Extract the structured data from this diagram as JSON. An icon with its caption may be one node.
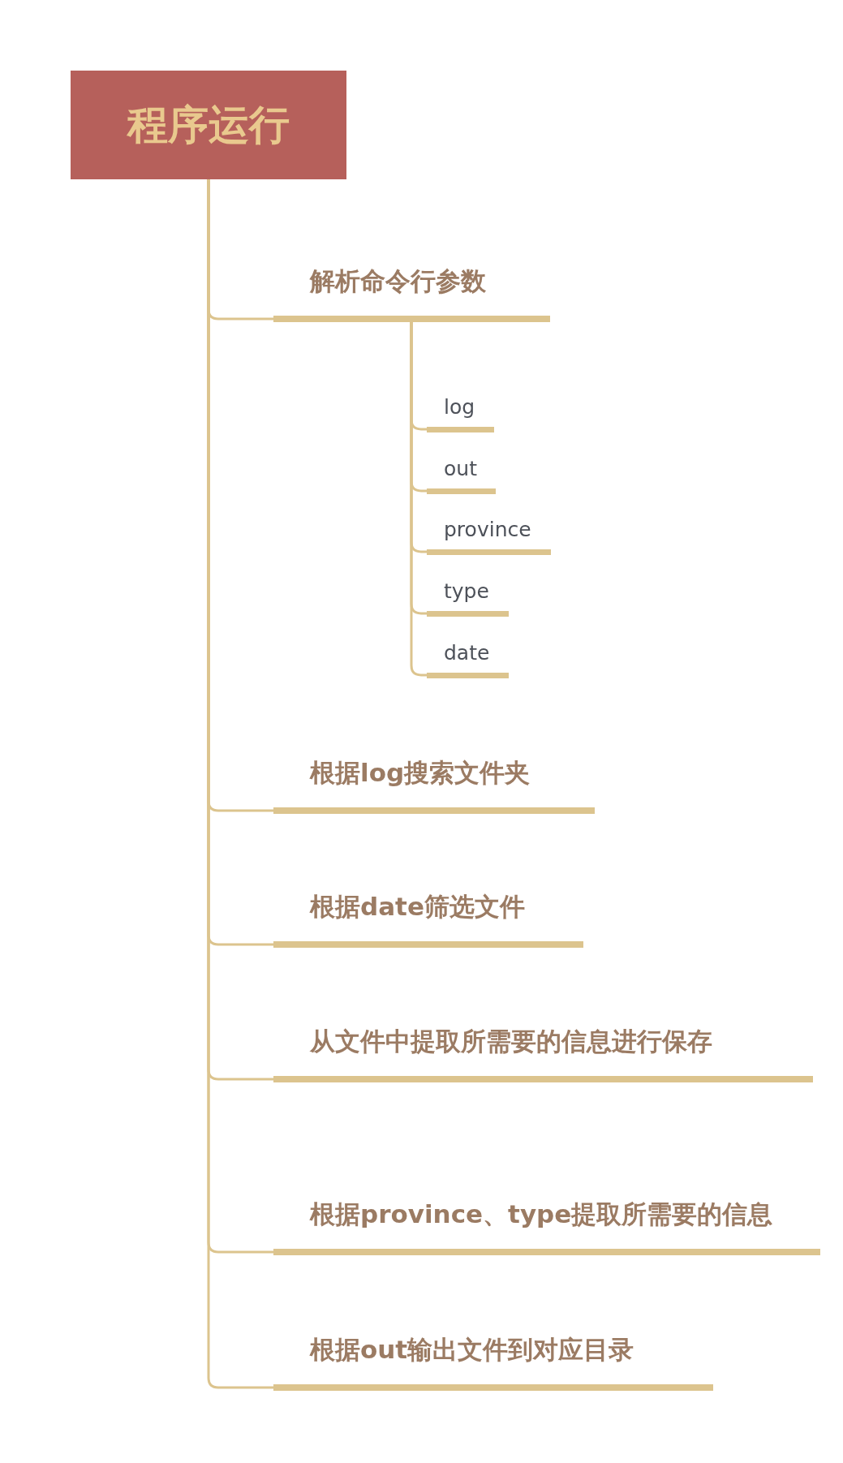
{
  "diagram": {
    "nodes": [
      {
        "text": [
          "程序运行"
        ]
      },
      {
        "text": [
          "解析命令行参数"
        ]
      },
      {
        "text": [
          "log"
        ]
      },
      {
        "text": [
          "out"
        ]
      },
      {
        "text": [
          "province"
        ]
      },
      {
        "text": [
          "type"
        ]
      },
      {
        "text": [
          "date"
        ]
      },
      {
        "text": [
          "根据log搜索文件夹"
        ]
      },
      {
        "text": [
          "根据date筛选文件"
        ]
      },
      {
        "text": [
          "从文件中提取所需要的信息进行保存"
        ]
      },
      {
        "text": [
          "根据province、type提取所需要的信息"
        ]
      },
      {
        "text": [
          "根据out输出文件到对应目录"
        ]
      }
    ],
    "edges": [
      {
        "from": 0,
        "to": 1,
        "arrow": "none"
      },
      {
        "from": 1,
        "to": 2,
        "arrow": "none"
      },
      {
        "from": 1,
        "to": 3,
        "arrow": "none"
      },
      {
        "from": 1,
        "to": 4,
        "arrow": "none"
      },
      {
        "from": 1,
        "to": 5,
        "arrow": "none"
      },
      {
        "from": 1,
        "to": 6,
        "arrow": "none"
      },
      {
        "from": 0,
        "to": 7,
        "arrow": "none"
      },
      {
        "from": 0,
        "to": 8,
        "arrow": "none"
      },
      {
        "from": 0,
        "to": 9,
        "arrow": "none"
      },
      {
        "from": 0,
        "to": 10,
        "arrow": "none"
      },
      {
        "from": 0,
        "to": 11,
        "arrow": "none"
      }
    ]
  }
}
